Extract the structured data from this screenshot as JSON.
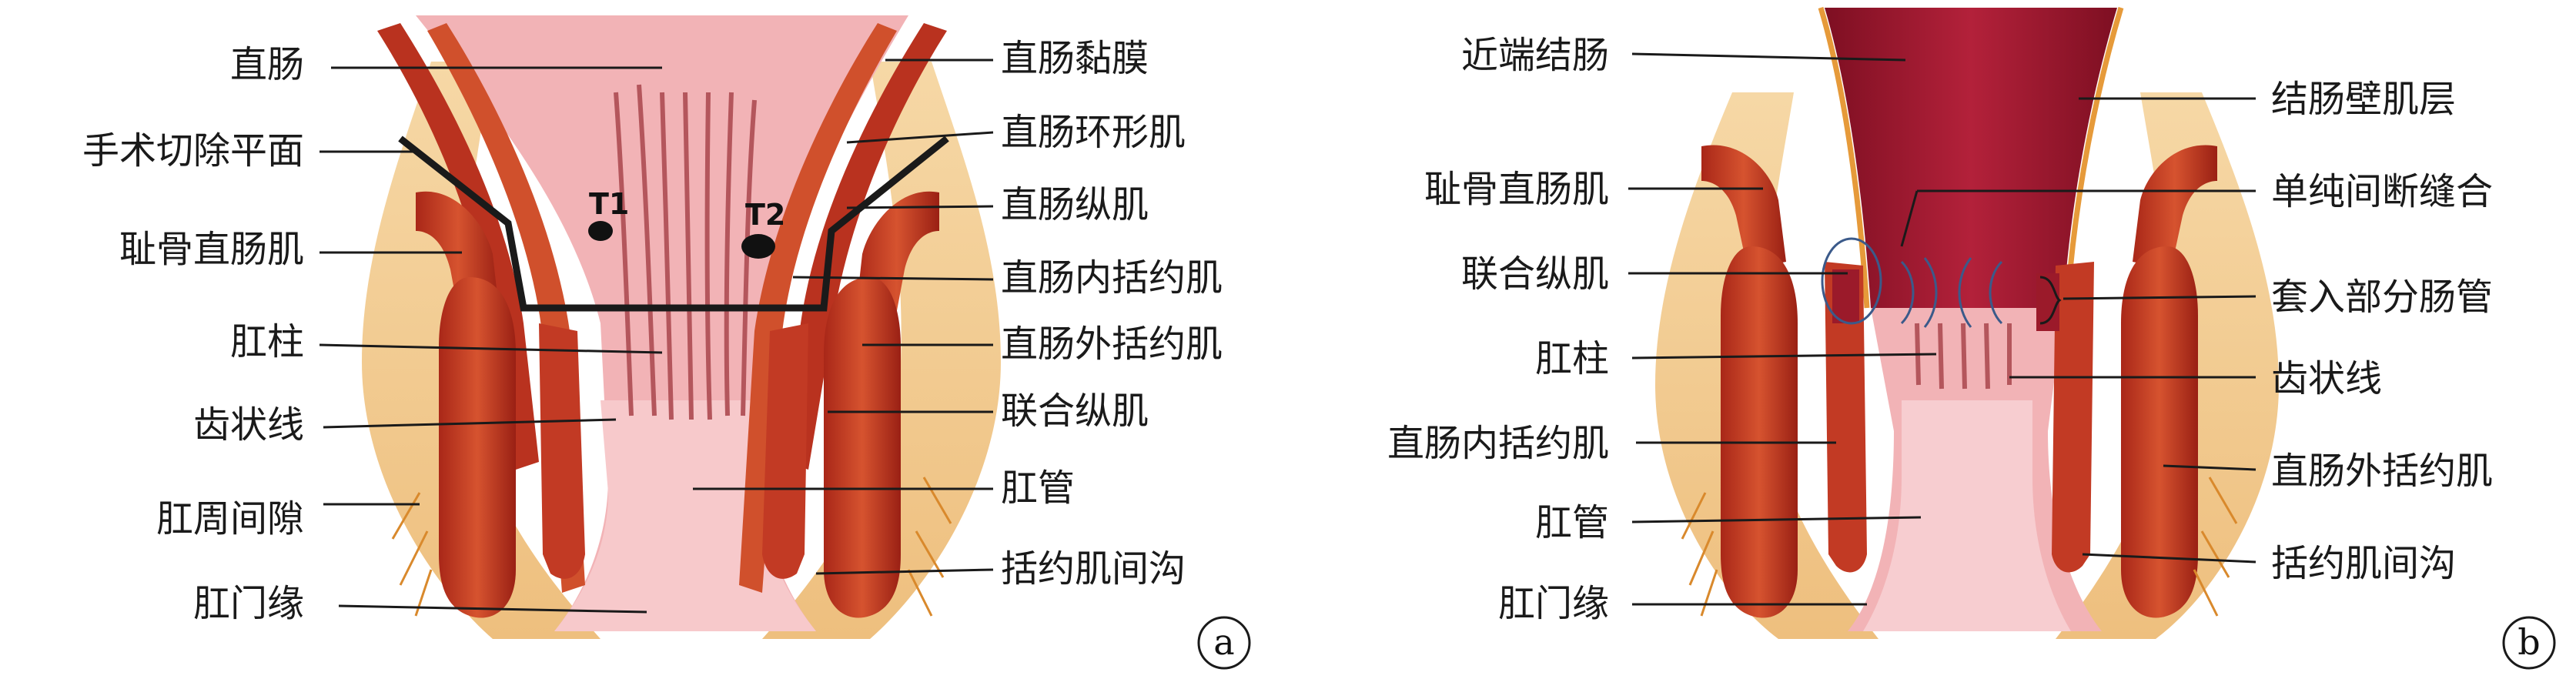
{
  "panel_a": {
    "letter": "a",
    "labels_left": [
      "直肠",
      "手术切除平面",
      "耻骨直肠肌",
      "肛柱",
      "齿状线",
      "肛周间隙",
      "肛门缘"
    ],
    "labels_right": [
      "直肠黏膜",
      "直肠环形肌",
      "直肠纵肌",
      "直肠内括约肌",
      "直肠外括约肌",
      "联合纵肌",
      "肛管",
      "括约肌间沟"
    ],
    "markers": [
      "T1",
      "T2"
    ]
  },
  "panel_b": {
    "letter": "b",
    "labels_left": [
      "近端结肠",
      "耻骨直肠肌",
      "联合纵肌",
      "肛柱",
      "直肠内括约肌",
      "肛管",
      "肛门缘"
    ],
    "labels_right": [
      "结肠壁肌层",
      "单纯间断缝合",
      "套入部分肠管",
      "齿状线",
      "直肠外括约肌",
      "括约肌间沟"
    ]
  },
  "colors": {
    "fat": "#f3cf95",
    "muscle": "#c8402a",
    "muscle_dark": "#8e1e16",
    "mucosa": "#f2b3b6",
    "lumen": "#f7c9cb",
    "colon": "#a3142b",
    "line": "#1a1a1a"
  }
}
